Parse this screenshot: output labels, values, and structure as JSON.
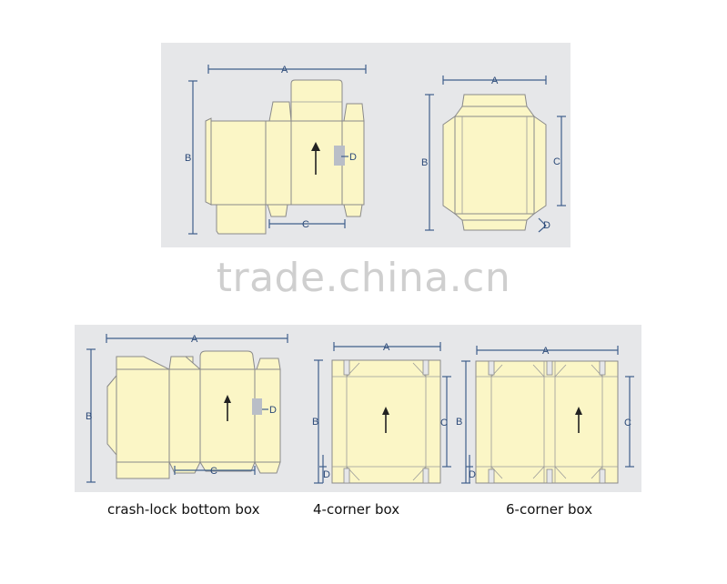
{
  "dimension_labels": {
    "a": "A",
    "b": "B",
    "c": "C",
    "d": "D"
  },
  "watermark": "trade.china.cn",
  "captions": {
    "crash_lock": "crash-lock bottom box",
    "four_corner": "4-corner box",
    "six_corner": "6-corner box"
  },
  "colors": {
    "panel": "#e6e7e9",
    "fold": "#fbf6c6",
    "dimension": "#3f5f8c"
  }
}
